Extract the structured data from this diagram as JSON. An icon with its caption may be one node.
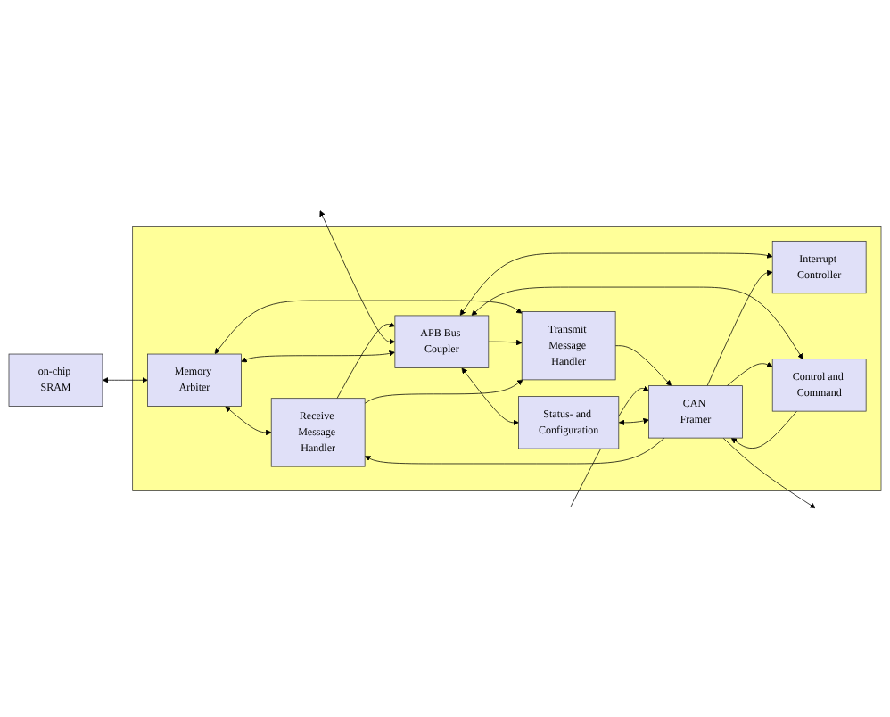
{
  "diagram": {
    "nodes": [
      {
        "text": [
          "on-chip SRAM"
        ]
      },
      {
        "text": [],
        "shape": "box"
      },
      {
        "text": [
          "Memory Arbiter"
        ],
        "in": 1
      },
      {
        "text": [
          "APB Bus Coupler"
        ],
        "in": 1
      },
      {
        "text": [
          "Receive Message Handler"
        ],
        "in": 1
      },
      {
        "text": [
          "Transmit Message Handler"
        ],
        "in": 1
      },
      {
        "text": [
          "CAN Framer"
        ],
        "in": 1
      },
      {
        "text": [
          "Interrupt Controller"
        ],
        "in": 1
      },
      {
        "text": [
          "Status- and Configuration"
        ],
        "in": 1
      },
      {
        "text": [
          "Control and Command"
        ],
        "in": 1
      }
    ],
    "edges": [
      {
        "from": 0,
        "to": 2,
        "arrow": "both"
      },
      {
        "from": 3,
        "to": 2,
        "arrow": "both"
      },
      {
        "from": 4,
        "to": 3,
        "arrow": "to"
      },
      {
        "from": 2,
        "to": 4,
        "arrow": "both"
      },
      {
        "from": 2,
        "to": 5,
        "arrow": "both"
      },
      {
        "from": 3,
        "to": 5,
        "arrow": "to"
      },
      {
        "from": 4,
        "to": 5,
        "arrow": "to"
      },
      {
        "from": 6,
        "to": 4,
        "arrow": "to"
      },
      {
        "from": 5,
        "to": 6,
        "arrow": "to"
      },
      {
        "from": 6,
        "to": null,
        "arrow": "to"
      },
      {
        "from": null,
        "to": 6,
        "arrow": "to"
      },
      {
        "from": null,
        "to": 3,
        "arrow": "both"
      },
      {
        "from": 3,
        "to": 7,
        "arrow": "both"
      },
      {
        "from": 6,
        "to": 7,
        "arrow": "to"
      },
      {
        "from": 3,
        "to": 8,
        "arrow": "both"
      },
      {
        "from": 8,
        "to": 6,
        "arrow": "both"
      },
      {
        "from": 3,
        "to": 9,
        "arrow": "both"
      },
      {
        "from": 6,
        "to": 9,
        "arrow": "to"
      },
      {
        "from": 9,
        "to": 6,
        "arrow": "to"
      }
    ]
  }
}
